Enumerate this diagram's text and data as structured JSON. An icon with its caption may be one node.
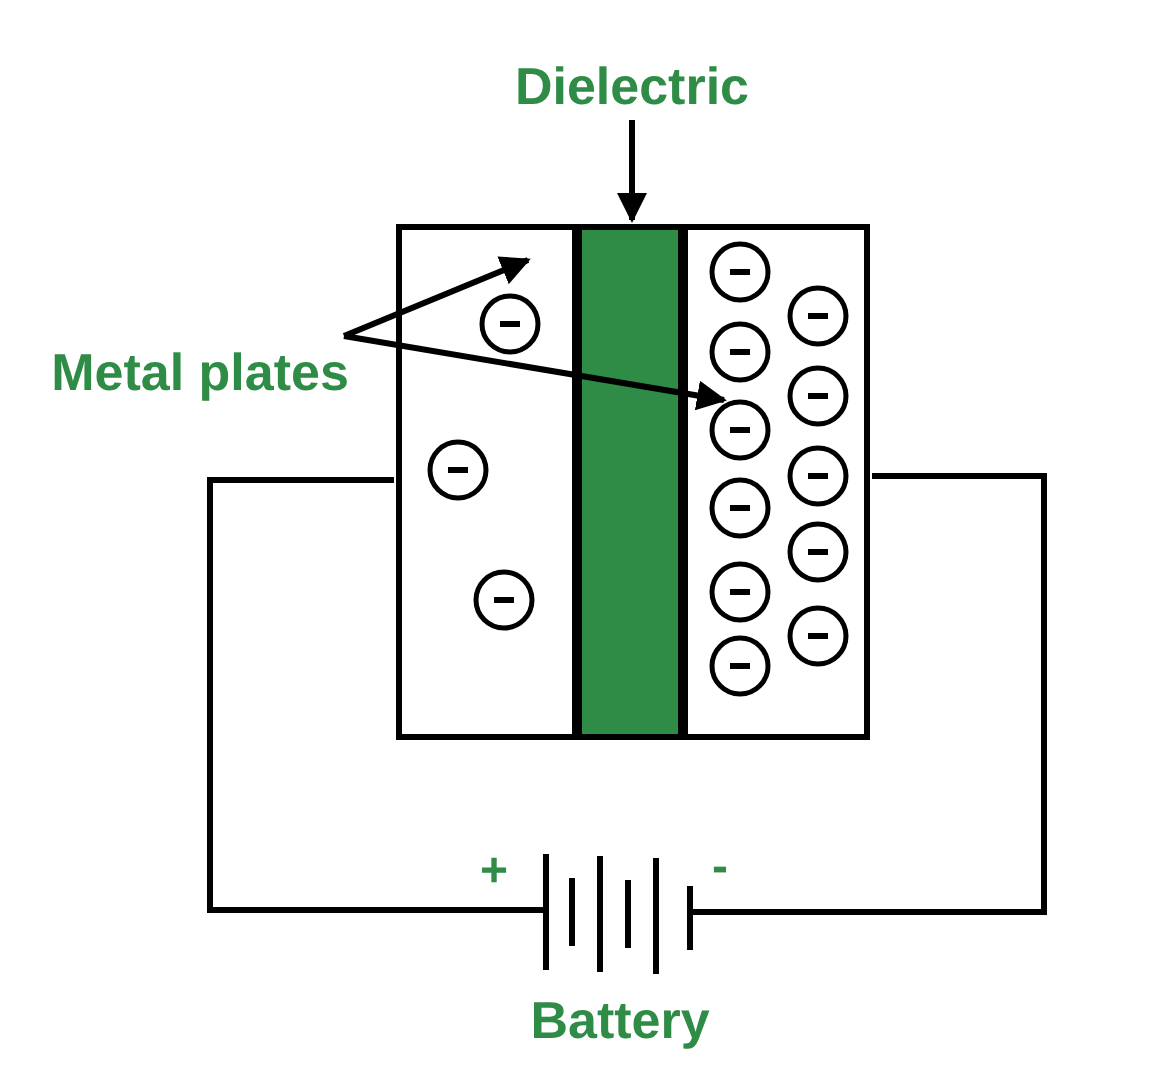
{
  "diagram": {
    "nodes": [
      {
        "text": [
          "Dielectric"
        ]
      },
      {
        "text": [],
        "shape": "bar"
      },
      {
        "text": [
          "Metal plates"
        ]
      },
      {
        "text": [],
        "shape": "box"
      },
      {
        "text": [],
        "shape": "box"
      },
      {
        "text": [],
        "shape": "battery",
        "beside": [
          "Battery"
        ]
      }
    ],
    "edges": [
      {
        "from": 0,
        "to": 1,
        "arrow": "to"
      },
      {
        "from": 2,
        "to": 3,
        "arrow": "to"
      },
      {
        "from": 2,
        "to": 4,
        "arrow": "to"
      },
      {
        "from": 3,
        "to": 5,
        "arrow": "none"
      },
      {
        "from": 4,
        "to": 5,
        "arrow": "none"
      }
    ],
    "labels": [
      "+",
      "-"
    ]
  }
}
